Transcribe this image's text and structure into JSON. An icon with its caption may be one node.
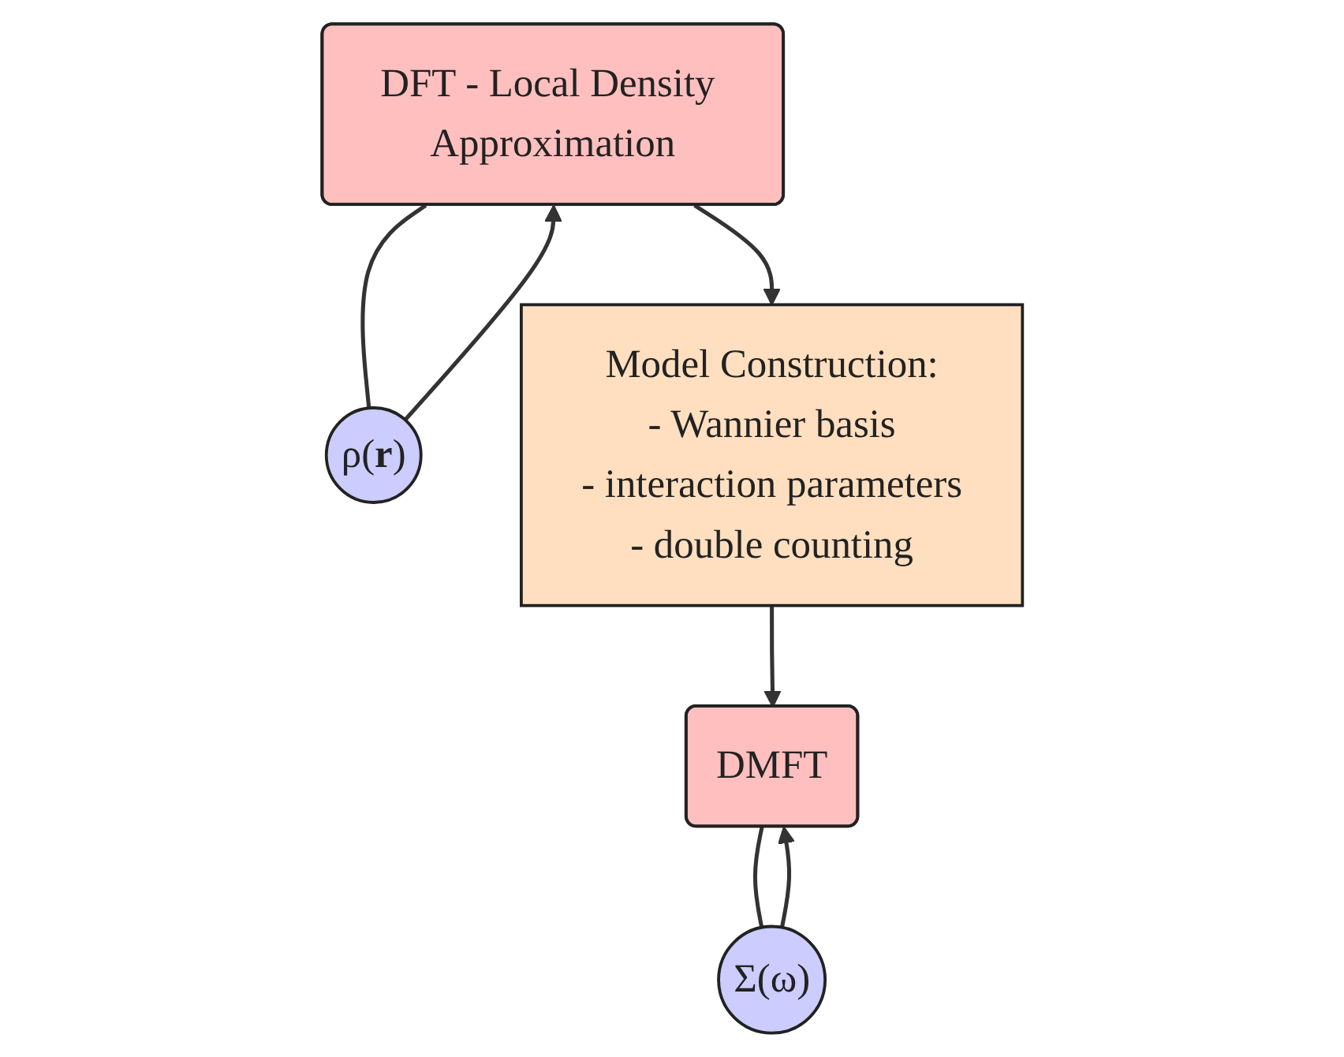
{
  "diagram": {
    "nodes": [
      {
        "text": [
          "DFT - Local Density Approximation"
        ]
      },
      {
        "text": [
          "ρ(**r**)"
        ]
      },
      {
        "text": [
          "Model Construction:",
          "- Wannier basis",
          "- interaction parameters",
          "- double counting"
        ]
      },
      {
        "text": [
          "DMFT"
        ]
      },
      {
        "text": [
          "Σ(ω)"
        ]
      }
    ],
    "edges": [
      {
        "from": 0,
        "to": 2,
        "arrow": "to"
      },
      {
        "from": 2,
        "to": 3,
        "arrow": "to"
      },
      {
        "from": 0,
        "to": 1,
        "arrow": "none"
      },
      {
        "from": 1,
        "to": 0,
        "arrow": "to"
      },
      {
        "from": 3,
        "to": 4,
        "arrow": "none"
      },
      {
        "from": 4,
        "to": 3,
        "arrow": "to"
      }
    ]
  }
}
